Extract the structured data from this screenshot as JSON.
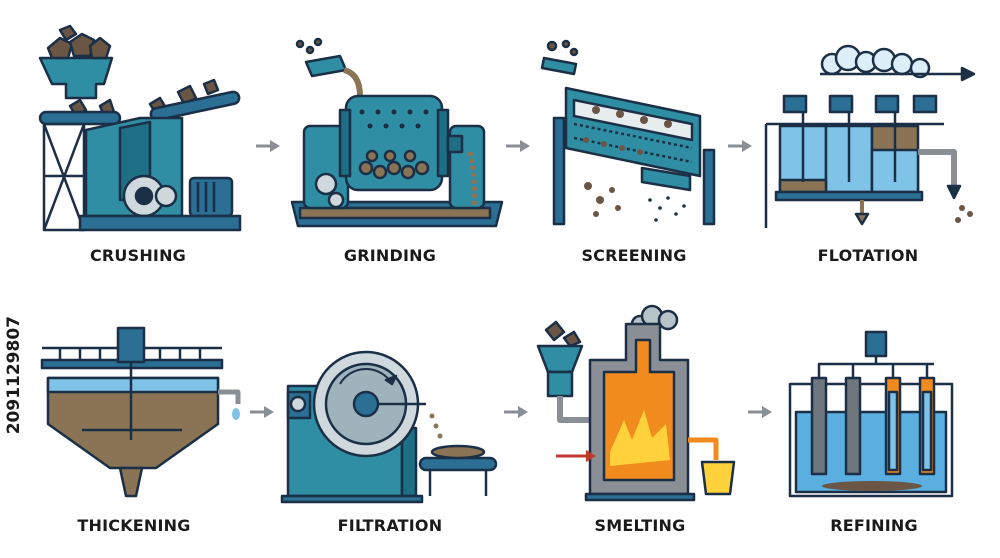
{
  "stages": [
    {
      "label": "CRUSHING"
    },
    {
      "label": "GRINDING"
    },
    {
      "label": "SCREENING"
    },
    {
      "label": "FLOTATION"
    },
    {
      "label": "THICKENING"
    },
    {
      "label": "FILTRATION"
    },
    {
      "label": "SMELTING"
    },
    {
      "label": "REFINING"
    }
  ],
  "watermark": {
    "id_text": "2091129807"
  },
  "colors": {
    "outline": "#1b2f46",
    "teal": "#2f8ea3",
    "dark_teal": "#1e6f86",
    "blue": "#2b6f95",
    "water": "#7fc3e8",
    "sludge": "#8b7455",
    "rock": "#6b5645",
    "fire_orange": "#f28b1e",
    "fire_yellow": "#ffd23c",
    "arrow": "#8a8f96"
  }
}
